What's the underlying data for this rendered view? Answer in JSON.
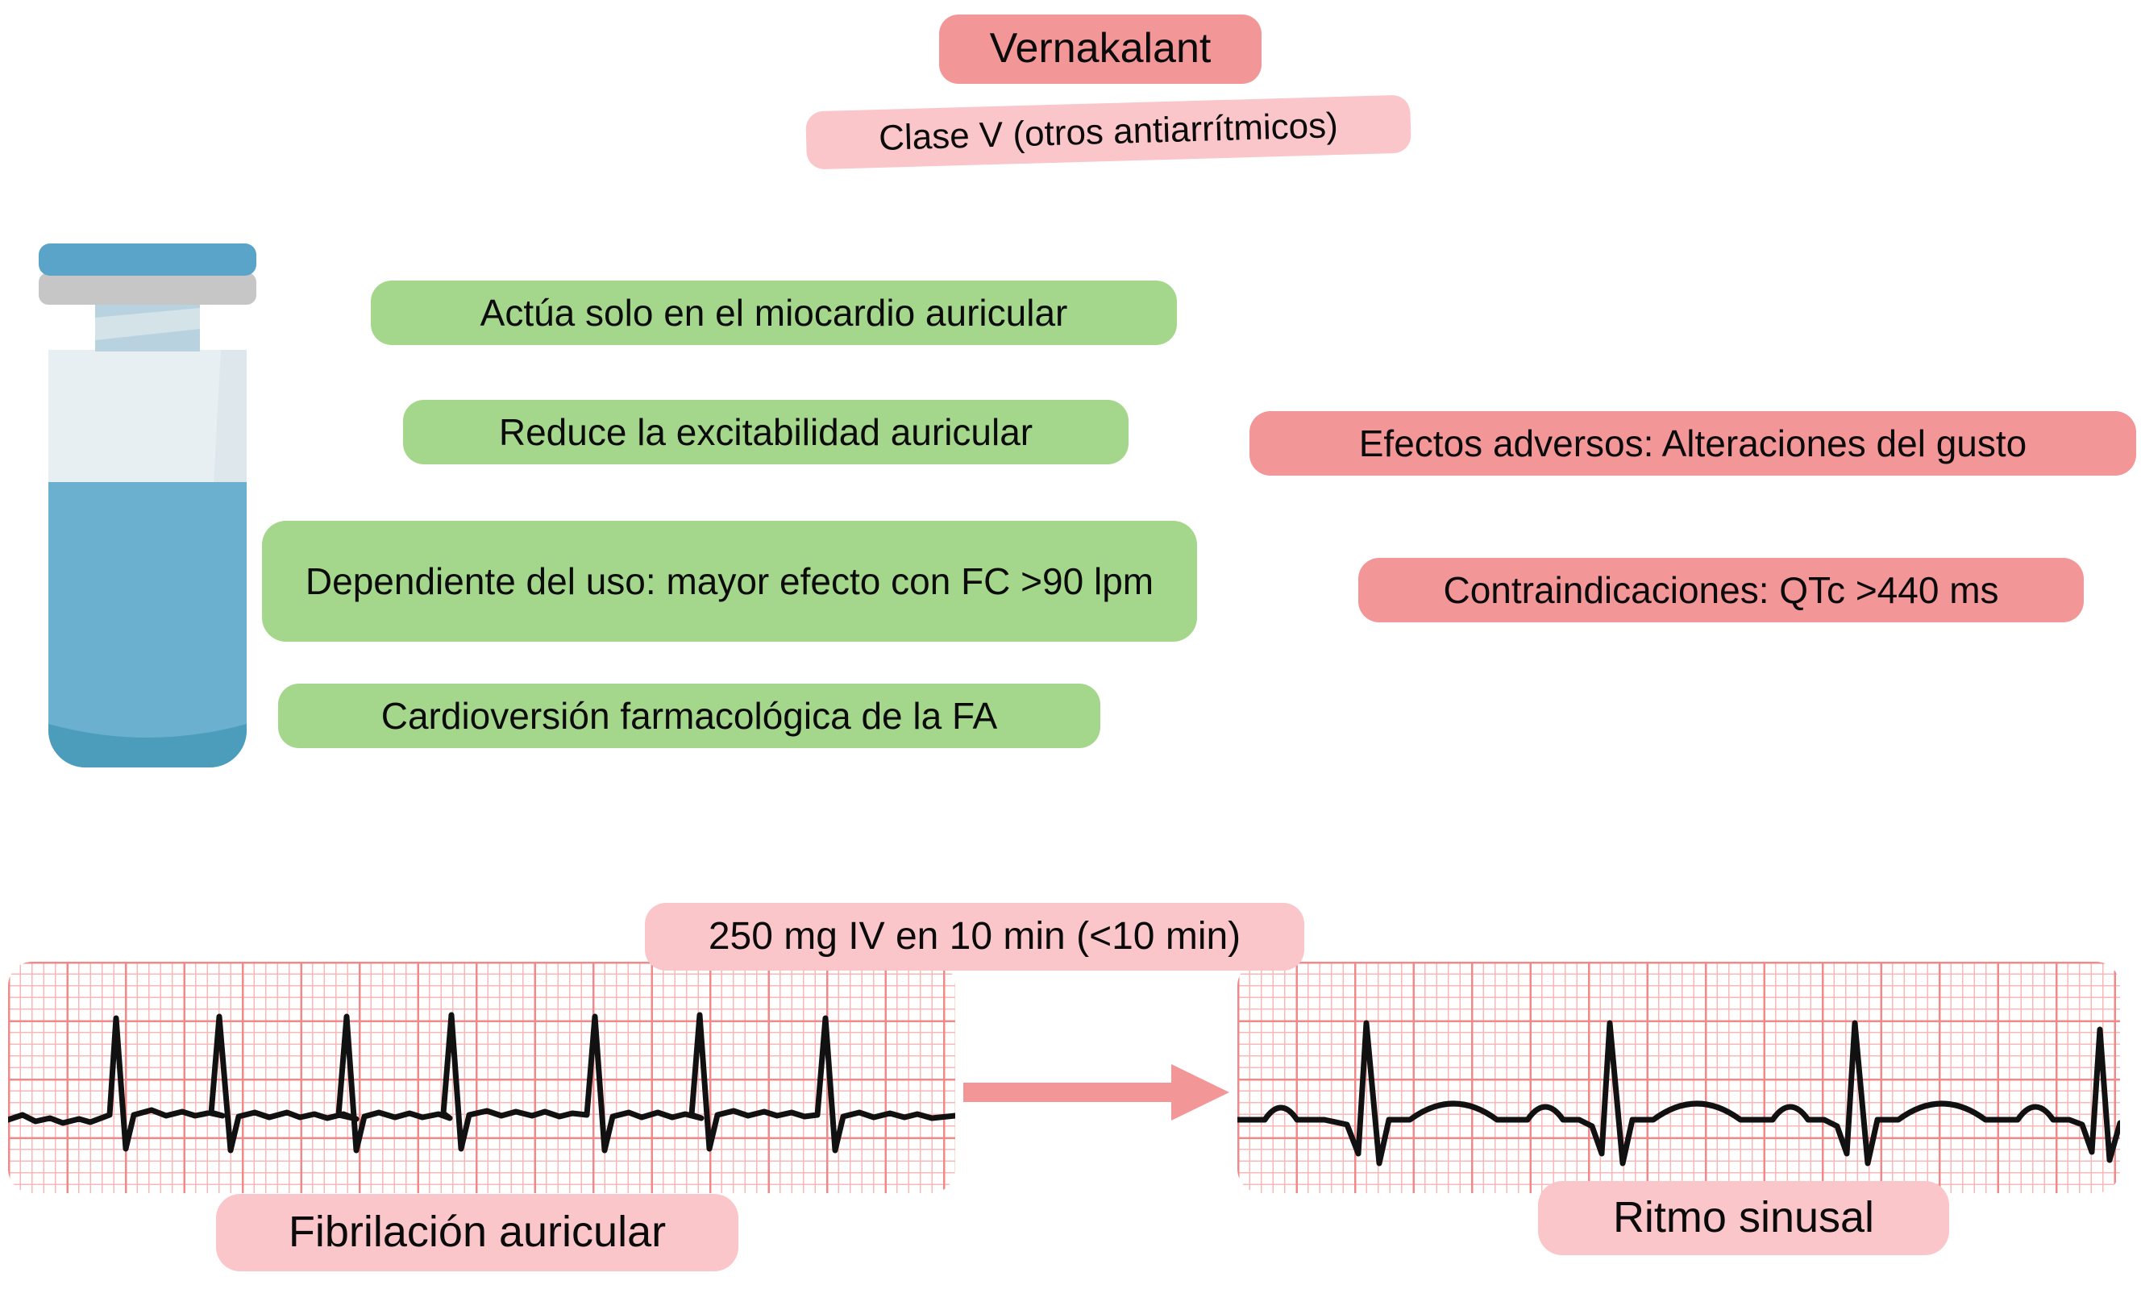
{
  "header": {
    "title": "Vernakalant",
    "subtitle": "Clase V (otros antiarrítmicos)"
  },
  "colors": {
    "green": "#a4d68c",
    "salmon": "#f29698",
    "pink": "#fac6ca",
    "ecg_grid_major": "#f08a8a",
    "ecg_grid_minor": "#f9b8b8",
    "ecg_trace": "#111111",
    "vial_cap": "#5ba4c9",
    "vial_band": "#c6c6c6",
    "vial_liquid": "#6bb0cf",
    "vial_glass": "#e6eef1"
  },
  "effects": {
    "items": [
      {
        "label": "Actúa solo en el miocardio auricular"
      },
      {
        "label": "Reduce la excitabilidad auricular"
      },
      {
        "label": "Dependiente del uso: mayor efecto con FC >90 lpm"
      },
      {
        "label": "Cardioversión farmacológica de la FA"
      }
    ]
  },
  "warnings": {
    "items": [
      {
        "label": "Efectos adversos: Alteraciones del gusto"
      },
      {
        "label": "Contraindicaciones: QTc >440 ms"
      }
    ]
  },
  "dosing": {
    "label": "250 mg IV en 10 min (<10 min)"
  },
  "ecg": {
    "before_label": "Fibrilación auricular",
    "after_label": "Ritmo sinusal"
  },
  "icons": {
    "vial": "medication-vial-icon",
    "arrow": "right-arrow-icon",
    "ecg_before": "ecg-atrial-fibrillation-icon",
    "ecg_after": "ecg-sinus-rhythm-icon"
  }
}
